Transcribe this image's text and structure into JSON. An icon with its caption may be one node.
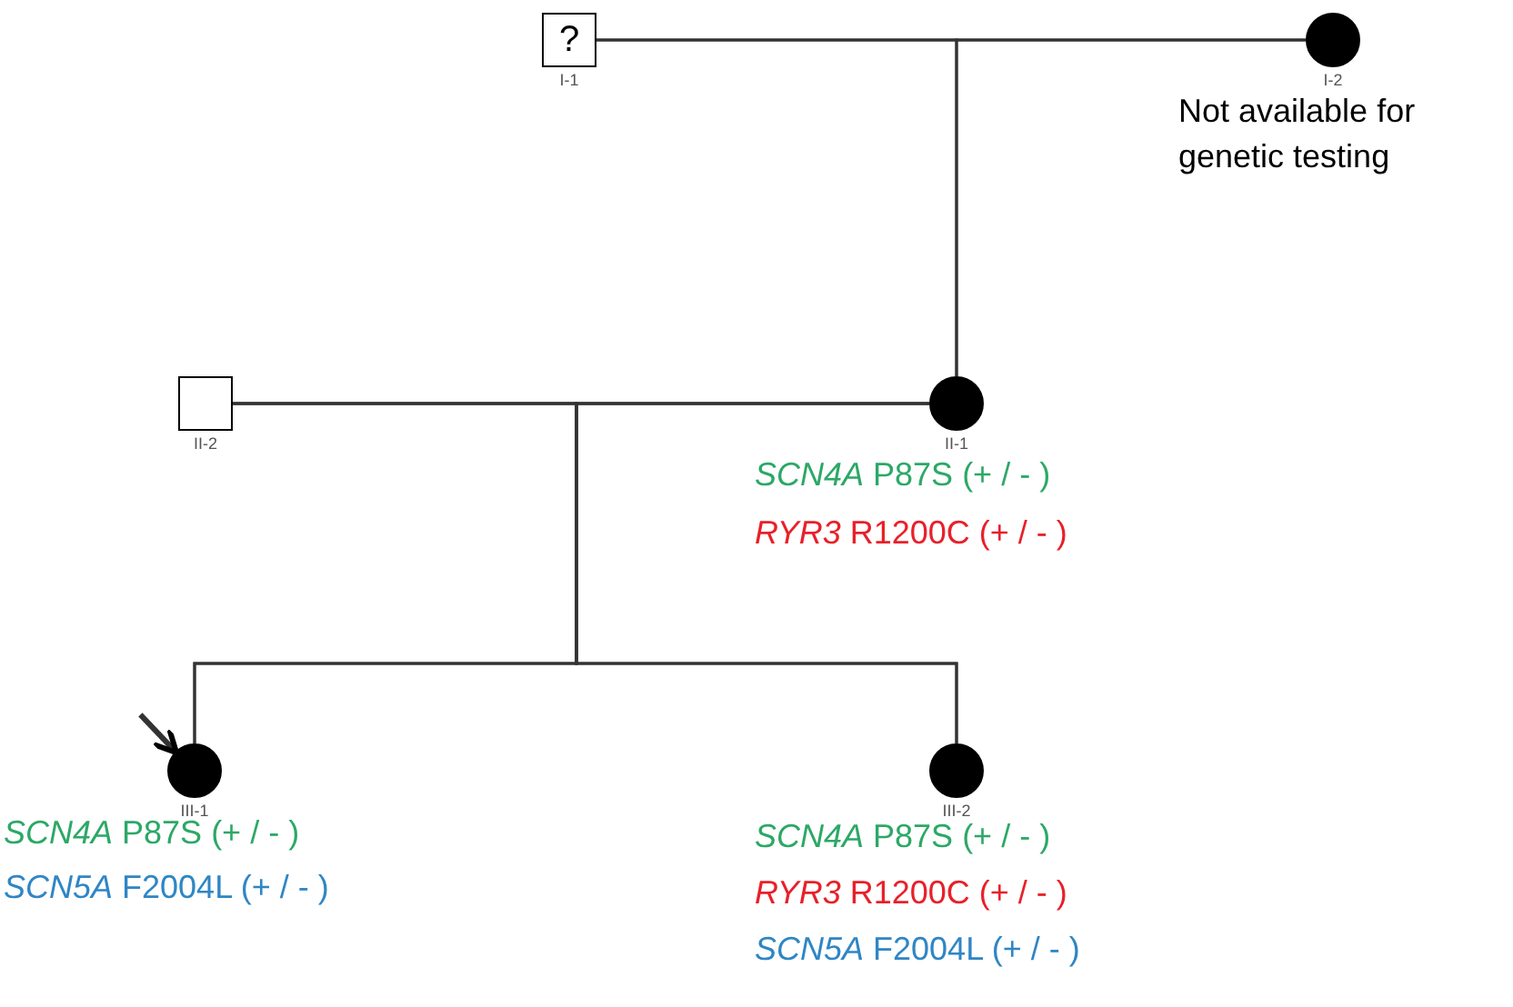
{
  "diagram": {
    "nodes": [
      {
        "text": [
          "?"
        ],
        "beside": [
          "I-1"
        ]
      },
      {
        "text": [],
        "shape": "circle",
        "beside": [
          "I-2",
          "Not available for genetic testing"
        ]
      },
      {
        "text": [],
        "shape": "box",
        "beside": [
          "II-2"
        ]
      },
      {
        "text": [],
        "shape": "circle",
        "beside": [
          "II-1",
          "*SCN4A* P87S (+ / - )",
          "*RYR3* R1200C (+ / - )"
        ]
      },
      {
        "text": [],
        "shape": "circle",
        "beside": [
          "III-1",
          "*SCN4A* P87S (+ / - )",
          "*SCN5A* F2004L (+ / - )"
        ]
      },
      {
        "text": [],
        "shape": "circle",
        "beside": [
          "III-2",
          "*SCN4A* P87S (+ / - )",
          "*RYR3* R1200C (+ / - )",
          "*SCN5A* F2004L (+ / - )"
        ]
      }
    ],
    "edges": [
      {
        "from": 0,
        "to": 1,
        "arrow": "none"
      },
      {
        "from": 0,
        "to": 3,
        "arrow": "none"
      },
      {
        "from": 1,
        "to": 3,
        "arrow": "none"
      },
      {
        "from": 2,
        "to": 3,
        "arrow": "none"
      },
      {
        "from": 2,
        "to": 4,
        "arrow": "none"
      },
      {
        "from": 3,
        "to": 4,
        "arrow": "none"
      },
      {
        "from": 2,
        "to": 5,
        "arrow": "none"
      },
      {
        "from": 3,
        "to": 5,
        "arrow": "none"
      },
      {
        "from": null,
        "to": 4,
        "arrow": "to",
        "style": "thick"
      }
    ]
  }
}
